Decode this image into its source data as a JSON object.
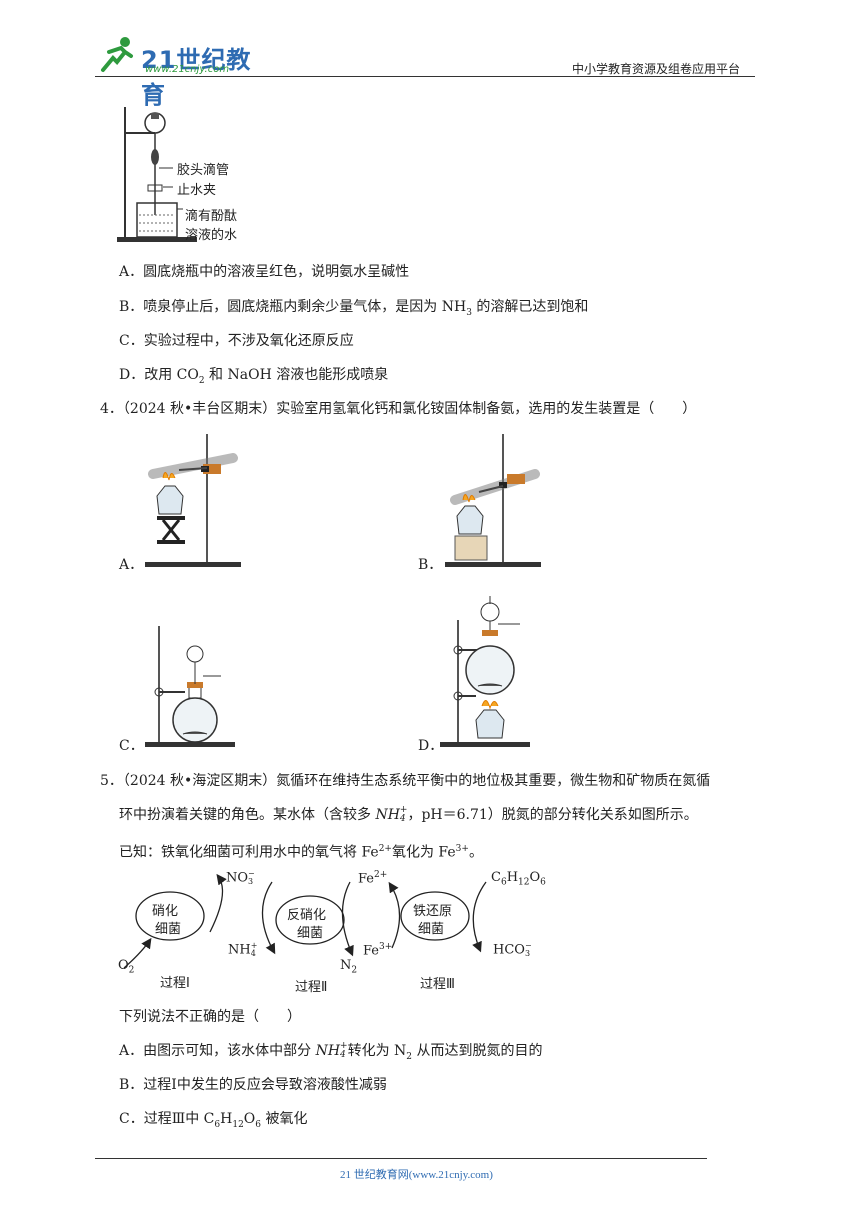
{
  "header": {
    "logo_text": "21世纪教育",
    "logo_url": "www.21cnjy.com",
    "platform": "中小学教育资源及组卷应用平台"
  },
  "fountain": {
    "label_dropper": "胶头滴管",
    "label_clamp": "止水夹",
    "label_water_1": "滴有酚酞",
    "label_water_2": "溶液的水"
  },
  "q3": {
    "options": [
      {
        "letter": "A．",
        "text": "圆底烧瓶中的溶液呈红色，说明氨水呈碱性"
      },
      {
        "letter": "B．",
        "pre": "喷泉停止后，圆底烧瓶内剩余少量气体，是因为 NH",
        "sub": "3",
        "post": " 的溶解已达到饱和"
      },
      {
        "letter": "C．",
        "text": "实验过程中，不涉及氧化还原反应"
      },
      {
        "letter": "D．",
        "pre": "改用 CO",
        "sub": "2",
        "post": " 和 NaOH 溶液也能形成喷泉"
      }
    ]
  },
  "q4": {
    "number": "4．",
    "stem": "（2024 秋•丰台区期末）实验室用氢氧化钙和氯化铵固体制备氨，选用的发生装置是（　　）",
    "labels": [
      "A．",
      "B．",
      "C．",
      "D．"
    ]
  },
  "q5": {
    "number": "5．",
    "line1": "（2024 秋•海淀区期末）氮循环在维持生态系统平衡中的地位极其重要，微生物和矿物质在氮循",
    "line2_pre": "环中扮演着关键的角色。某水体（含较多 ",
    "line2_nh4": "NH",
    "line2_post": "，pH＝6.71）脱氮的部分转化关系如图所示。",
    "known_pre": "已知：铁氧化细菌可利用水中的氧气将 Fe",
    "known_mid": "氧化为 Fe",
    "known_end": "。",
    "diagram": {
      "bubble1": [
        "硝化",
        "细菌"
      ],
      "bubble2": [
        "反硝化",
        "细菌"
      ],
      "bubble3": [
        "铁还原",
        "细菌"
      ],
      "no3": "NO",
      "nh4": "NH",
      "o2": "O",
      "n2": "N",
      "fe2": "Fe",
      "fe3": "Fe",
      "glucose": "C",
      "hco3": "HCO",
      "process1": "过程Ⅰ",
      "process2": "过程Ⅱ",
      "process3": "过程Ⅲ"
    },
    "question": "下列说法不正确的是（　　）",
    "optA_pre": "由图示可知，该水体中部分 ",
    "optA_post": "转化为 N",
    "optA_end": " 从而达到脱氮的目的",
    "optB": "过程Ⅰ中发生的反应会导致溶液酸性减弱",
    "optC_pre": "过程Ⅲ中 C",
    "optC_post": " 被氧化"
  },
  "footer": {
    "text": "21 世纪教育网(www.21cnjy.com)"
  }
}
